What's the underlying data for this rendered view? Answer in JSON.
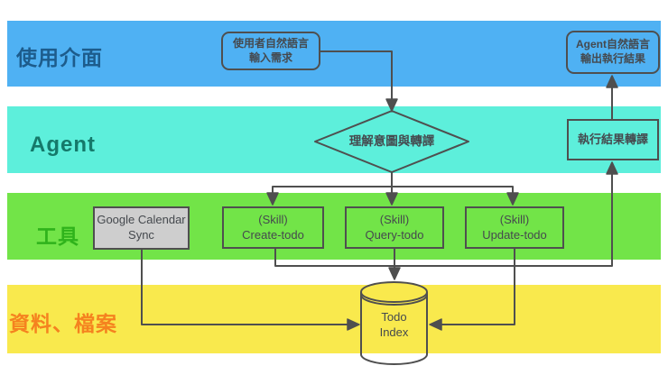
{
  "title": "Agent todo system layered architecture diagram",
  "colors": {
    "band-blue": "#4fb1f3",
    "band-cyan": "#5defdb",
    "band-green": "#72e448",
    "band-yellow": "#f9e94d",
    "label-blue": "#1d5c8c",
    "label-teal": "#15796a",
    "label-green": "#2fb31b",
    "label-orange": "#f5821f",
    "stroke": "#4f4f4f",
    "ink": "#45494e",
    "gray-fill": "#cecece"
  },
  "layers": {
    "ui": {
      "label": "使用介面"
    },
    "agent": {
      "label": "Agent"
    },
    "tools": {
      "label": "工具"
    },
    "data": {
      "label": "資料、檔案"
    }
  },
  "nodes": {
    "user_input": {
      "text": "使用者自然語言\n輸入需求",
      "shape": "rounded-rect"
    },
    "agent_output": {
      "text": "Agent自然語言\n輸出執行結果",
      "shape": "rounded-rect"
    },
    "intent": {
      "text": "理解意圖與轉譯",
      "shape": "diamond"
    },
    "result_translate": {
      "text": "執行結果轉譯",
      "shape": "rect"
    },
    "gcal_sync": {
      "text": "Google Calendar\nSync",
      "shape": "rect-gray"
    },
    "skill_create": {
      "text": "(Skill)\nCreate-todo",
      "shape": "rect"
    },
    "skill_query": {
      "text": "(Skill)\nQuery-todo",
      "shape": "rect"
    },
    "skill_update": {
      "text": "(Skill)\nUpdate-todo",
      "shape": "rect"
    },
    "todo_index": {
      "text": "Todo\nIndex",
      "shape": "cylinder"
    }
  },
  "edges": [
    {
      "from": "user_input",
      "to": "intent"
    },
    {
      "from": "intent",
      "to": "skill_create"
    },
    {
      "from": "intent",
      "to": "skill_query"
    },
    {
      "from": "intent",
      "to": "skill_update"
    },
    {
      "from": "skill_create",
      "to": "result_translate"
    },
    {
      "from": "result_translate",
      "to": "agent_output"
    },
    {
      "from": "skill_query",
      "to": "todo_index"
    },
    {
      "from": "skill_update",
      "to": "todo_index"
    },
    {
      "from": "gcal_sync",
      "to": "todo_index"
    }
  ]
}
